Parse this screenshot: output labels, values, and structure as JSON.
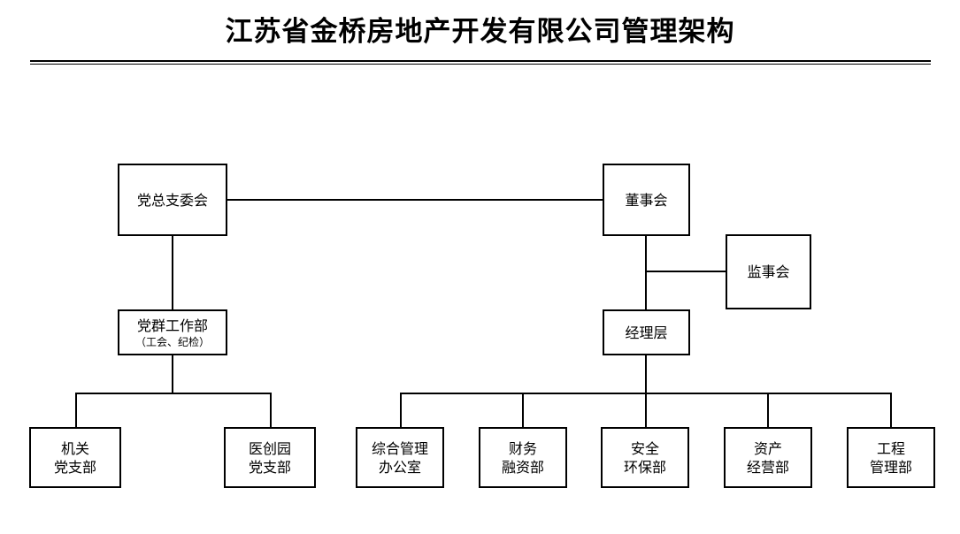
{
  "document": {
    "title": "江苏省金桥房地产开发有限公司管理架构",
    "background_color": "#ffffff",
    "line_color": "#000000"
  },
  "chart_data": {
    "type": "diagram",
    "diagram_type": "organization-chart",
    "title": "江苏省金桥房地产开发有限公司管理架构",
    "nodes": [
      {
        "id": "party_committee",
        "label_lines": [
          "党总支委会"
        ],
        "level": 1,
        "column": "left"
      },
      {
        "id": "board_of_directors",
        "label_lines": [
          "董事会"
        ],
        "level": 1,
        "column": "right"
      },
      {
        "id": "board_of_supervisors",
        "label_lines": [
          "监事会"
        ],
        "level": 2,
        "column": "right"
      },
      {
        "id": "party_mass_work_dept",
        "label_lines": [
          "党群工作部"
        ],
        "sublabel": "（工会、纪检）",
        "level": 2,
        "column": "left"
      },
      {
        "id": "management",
        "label_lines": [
          "经理层"
        ],
        "level": 2,
        "column": "right"
      },
      {
        "id": "agency_party_branch",
        "label_lines": [
          "机关",
          "党支部"
        ],
        "level": 3,
        "column": "left"
      },
      {
        "id": "yichuangyuan_party_branch",
        "label_lines": [
          "医创园",
          "党支部"
        ],
        "level": 3,
        "column": "left"
      },
      {
        "id": "general_admin_office",
        "label_lines": [
          "综合管理",
          "办公室"
        ],
        "level": 3,
        "column": "right"
      },
      {
        "id": "finance_funding_dept",
        "label_lines": [
          "财务",
          "融资部"
        ],
        "level": 3,
        "column": "right"
      },
      {
        "id": "safety_environment_dept",
        "label_lines": [
          "安全",
          "环保部"
        ],
        "level": 3,
        "column": "right"
      },
      {
        "id": "asset_operation_dept",
        "label_lines": [
          "资产",
          "经营部"
        ],
        "level": 3,
        "column": "right"
      },
      {
        "id": "engineering_management_dept",
        "label_lines": [
          "工程",
          "管理部"
        ],
        "level": 3,
        "column": "right"
      }
    ],
    "edges": [
      {
        "from": "party_committee",
        "to": "board_of_directors",
        "style": "horizontal"
      },
      {
        "from": "party_committee",
        "to": "party_mass_work_dept",
        "style": "vertical"
      },
      {
        "from": "party_mass_work_dept",
        "to": "agency_party_branch",
        "style": "elbow"
      },
      {
        "from": "party_mass_work_dept",
        "to": "yichuangyuan_party_branch",
        "style": "elbow"
      },
      {
        "from": "board_of_directors",
        "to": "management",
        "style": "vertical"
      },
      {
        "from": "board_of_directors",
        "to": "board_of_supervisors",
        "style": "elbow"
      },
      {
        "from": "management",
        "to": "general_admin_office",
        "style": "elbow"
      },
      {
        "from": "management",
        "to": "finance_funding_dept",
        "style": "elbow"
      },
      {
        "from": "management",
        "to": "safety_environment_dept",
        "style": "elbow"
      },
      {
        "from": "management",
        "to": "asset_operation_dept",
        "style": "elbow"
      },
      {
        "from": "management",
        "to": "engineering_management_dept",
        "style": "elbow"
      }
    ]
  },
  "nodes": {
    "party_committee": {
      "line1": "党总支委会"
    },
    "board_of_directors": {
      "line1": "董事会"
    },
    "board_of_supervisors": {
      "line1": "监事会"
    },
    "party_mass_work_dept": {
      "line1": "党群工作部",
      "sub": "（工会、纪检）"
    },
    "management": {
      "line1": "经理层"
    },
    "agency_party_branch": {
      "line1": "机关",
      "line2": "党支部"
    },
    "yichuangyuan_party_branch": {
      "line1": "医创园",
      "line2": "党支部"
    },
    "general_admin_office": {
      "line1": "综合管理",
      "line2": "办公室"
    },
    "finance_funding_dept": {
      "line1": "财务",
      "line2": "融资部"
    },
    "safety_environment_dept": {
      "line1": "安全",
      "line2": "环保部"
    },
    "asset_operation_dept": {
      "line1": "资产",
      "line2": "经营部"
    },
    "engineering_management_dept": {
      "line1": "工程",
      "line2": "管理部"
    }
  }
}
